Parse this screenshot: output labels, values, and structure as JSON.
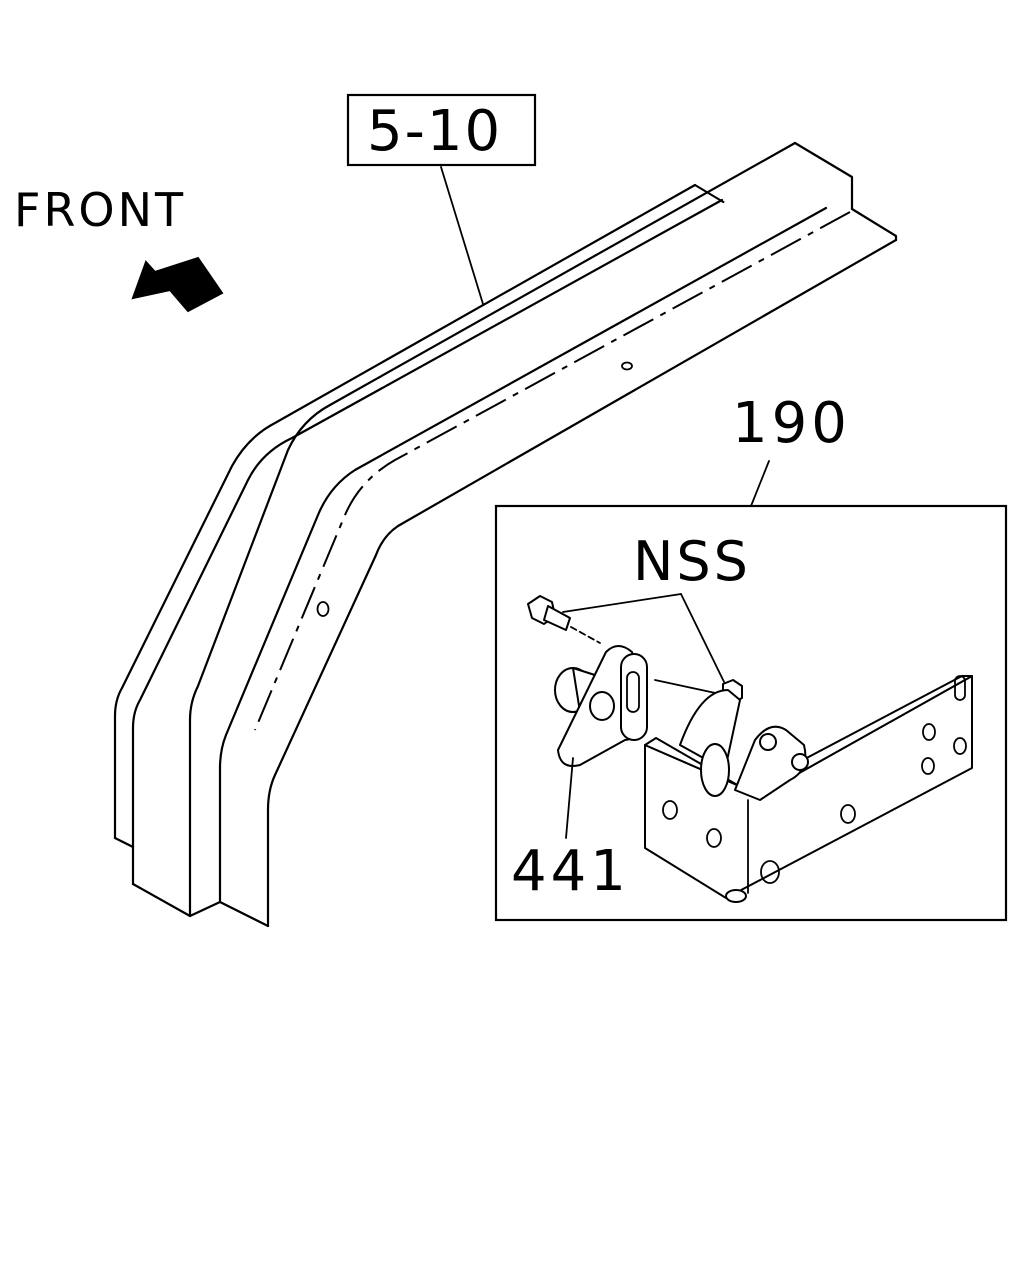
{
  "labels": {
    "front": "FRONT",
    "ref_section": "5-10",
    "assembly": "190",
    "nss": "NSS",
    "part": "441"
  }
}
